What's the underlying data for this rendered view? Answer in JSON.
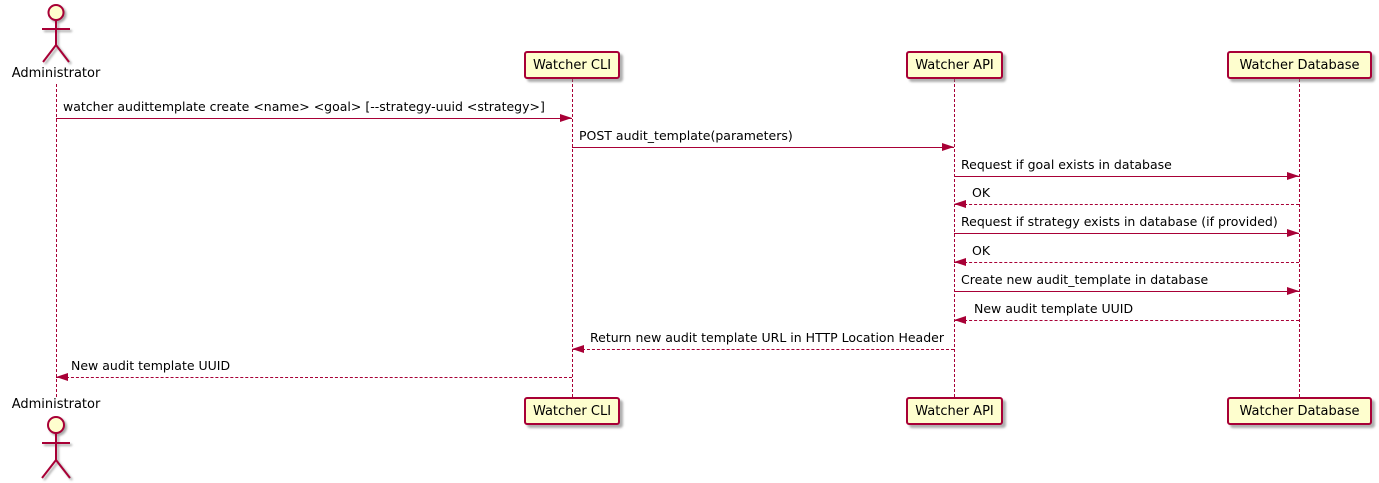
{
  "diagram": {
    "type": "uml-sequence",
    "colors": {
      "line": "#A80036",
      "participant_fill": "#FEFECE",
      "participant_border": "#A80036",
      "text": "#000000",
      "background": "#FFFFFF"
    },
    "participants": [
      {
        "id": "administrator",
        "label": "Administrator",
        "kind": "actor"
      },
      {
        "id": "watcher-cli",
        "label": "Watcher CLI",
        "kind": "participant"
      },
      {
        "id": "watcher-api",
        "label": "Watcher API",
        "kind": "participant"
      },
      {
        "id": "watcher-database",
        "label": "Watcher Database",
        "kind": "participant"
      }
    ],
    "messages": [
      {
        "from": "Administrator",
        "to": "Watcher CLI",
        "line": "solid",
        "direction": "right",
        "label": "watcher audittemplate create <name> <goal> [--strategy-uuid <strategy>]"
      },
      {
        "from": "Watcher CLI",
        "to": "Watcher API",
        "line": "solid",
        "direction": "right",
        "label": "POST audit_template(parameters)"
      },
      {
        "from": "Watcher API",
        "to": "Watcher Database",
        "line": "solid",
        "direction": "right",
        "label": "Request if goal exists in database"
      },
      {
        "from": "Watcher Database",
        "to": "Watcher API",
        "line": "dashed",
        "direction": "left",
        "label": "OK"
      },
      {
        "from": "Watcher API",
        "to": "Watcher Database",
        "line": "solid",
        "direction": "right",
        "label": "Request if strategy exists in database (if provided)"
      },
      {
        "from": "Watcher Database",
        "to": "Watcher API",
        "line": "dashed",
        "direction": "left",
        "label": "OK"
      },
      {
        "from": "Watcher API",
        "to": "Watcher Database",
        "line": "solid",
        "direction": "right",
        "label": "Create new audit_template in database"
      },
      {
        "from": "Watcher Database",
        "to": "Watcher API",
        "line": "dashed",
        "direction": "left",
        "label": "New audit template UUID"
      },
      {
        "from": "Watcher API",
        "to": "Watcher CLI",
        "line": "dashed",
        "direction": "left",
        "label": "Return new audit template URL in HTTP Location Header"
      },
      {
        "from": "Watcher CLI",
        "to": "Administrator",
        "line": "dashed",
        "direction": "left",
        "label": "New audit template UUID"
      }
    ]
  }
}
